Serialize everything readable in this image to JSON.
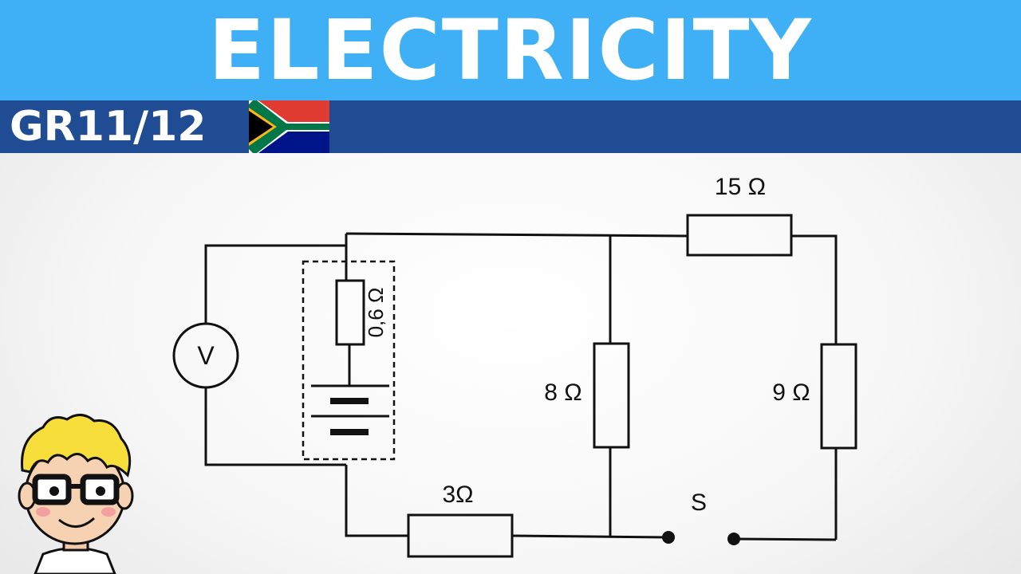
{
  "header": {
    "title": "ELECTRICITY",
    "grade": "GR11/12"
  },
  "colors": {
    "banner": "#3fb0f5",
    "grade_bar": "#1f4c92"
  },
  "flag": {
    "icon": "south-africa-flag-icon"
  },
  "circuit": {
    "voltmeter_label": "V",
    "internal_resistance_label": "0,6 Ω",
    "resistor_8_label": "8 Ω",
    "resistor_15_label": "15 Ω",
    "resistor_9_label": "9 Ω",
    "resistor_3_label": "3Ω",
    "switch_label": "S"
  },
  "mascot": {
    "icon": "cartoon-boy-with-glasses-icon"
  }
}
